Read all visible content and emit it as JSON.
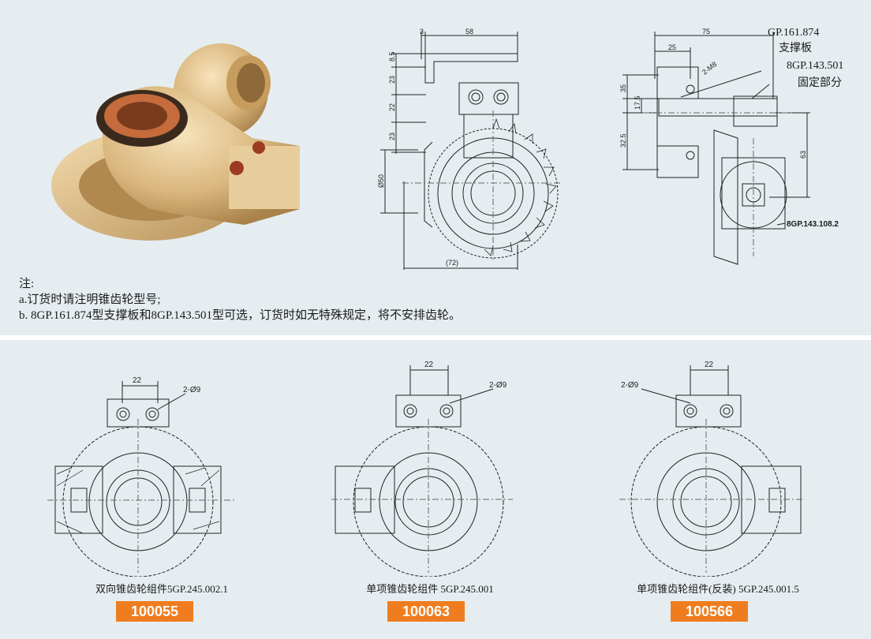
{
  "top_drawing_left": {
    "dims": {
      "d3": "3",
      "d58": "58",
      "d85": "8.5",
      "d23a": "23",
      "d22": "22",
      "d23b": "23",
      "d50": "Ø50",
      "d72": "(72)"
    }
  },
  "top_drawing_right": {
    "dims": {
      "d75": "75",
      "d25": "25",
      "m8": "2-M8",
      "d35": "35",
      "d175": "17.5",
      "d325": "32.5",
      "d63": "63"
    },
    "labels": {
      "support_code": "GP.161.874",
      "support_name": "支撑板",
      "fixed_code": "8GP.143.501",
      "fixed_name": "固定部分",
      "part_code": "8GP.143.108.2"
    }
  },
  "notes": {
    "title": "注:",
    "a": "a.订货时请注明锥齿轮型号;",
    "b": "b. 8GP.161.874型支撑板和8GP.143.501型可选，订货时如无特殊规定，将不安排齿轮。"
  },
  "products": [
    {
      "dim": "22",
      "holes": "2-Ø9",
      "caption": "双向锥齿轮组件5GP.245.002.1",
      "code": "100055"
    },
    {
      "dim": "22",
      "holes": "2-Ø9",
      "caption": "单项锥齿轮组件 5GP.245.001",
      "code": "100063"
    },
    {
      "dim": "22",
      "holes": "2-Ø9",
      "caption": "单项锥齿轮组件(反装) 5GP.245.001.5",
      "code": "100566"
    }
  ]
}
